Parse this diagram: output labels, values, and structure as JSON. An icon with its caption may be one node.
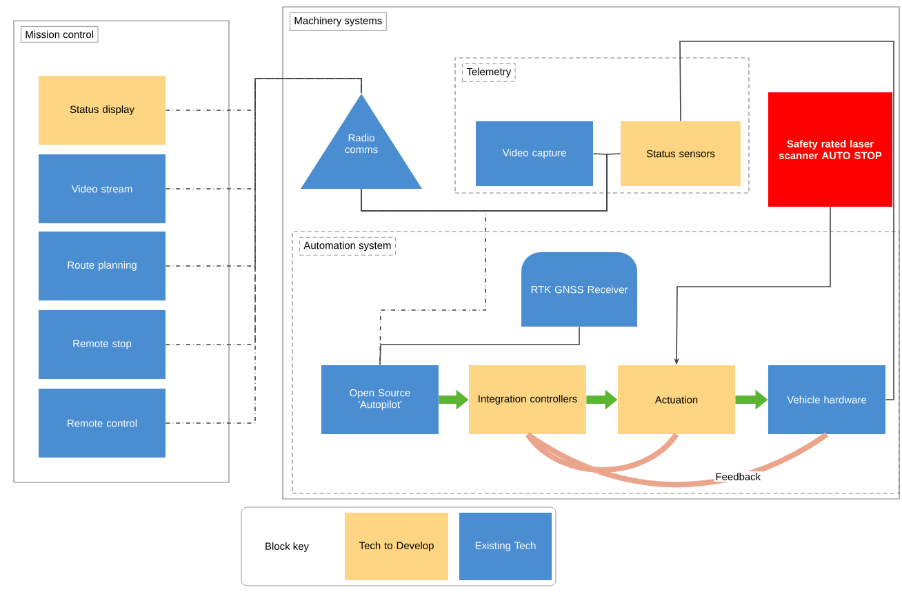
{
  "diagram": {
    "nodes": [
      {
        "text": [
          "Mission control"
        ]
      },
      {
        "text": [
          "Status display"
        ],
        "in": 0
      },
      {
        "text": [
          "Video stream"
        ],
        "in": 0
      },
      {
        "text": [
          "Route planning"
        ],
        "in": 0
      },
      {
        "text": [
          "Remote stop"
        ],
        "in": 0
      },
      {
        "text": [
          "Remote control"
        ],
        "in": 0
      },
      {
        "text": [
          "Machinery systems"
        ]
      },
      {
        "text": [
          "Telemetry"
        ],
        "in": 6
      },
      {
        "text": [
          "Radio comms"
        ],
        "in": 6
      },
      {
        "text": [
          "Video capture"
        ],
        "in": 7
      },
      {
        "text": [
          "Status sensors"
        ],
        "in": 7
      },
      {
        "text": [
          "Safety rated laser scanner AUTO STOP"
        ],
        "in": 6
      },
      {
        "text": [
          "Automation system"
        ],
        "in": 6
      },
      {
        "text": [
          "RTK GNSS Receiver"
        ],
        "in": 12
      },
      {
        "text": [
          "Open Source 'Autopilot'"
        ],
        "in": 12
      },
      {
        "text": [
          "Integration controllers"
        ],
        "in": 12
      },
      {
        "text": [
          "Actuation"
        ],
        "in": 12
      },
      {
        "text": [
          "Vehicle hardware"
        ],
        "in": 12
      }
    ],
    "edges": [
      {
        "from": 1,
        "to": 8,
        "arrow": "none",
        "style": "dashed"
      },
      {
        "from": 2,
        "to": 8,
        "arrow": "none",
        "style": "dashed"
      },
      {
        "from": 3,
        "to": 8,
        "arrow": "none",
        "style": "dashed"
      },
      {
        "from": 4,
        "to": 8,
        "arrow": "none",
        "style": "dashed"
      },
      {
        "from": 5,
        "to": 8,
        "arrow": "none",
        "style": "dashed"
      },
      {
        "from": 8,
        "to": 9,
        "arrow": "none"
      },
      {
        "from": 8,
        "to": 10,
        "arrow": "none"
      },
      {
        "from": 8,
        "to": 14,
        "arrow": "none",
        "style": "dashed"
      },
      {
        "from": 13,
        "to": 14,
        "arrow": "none"
      },
      {
        "from": 10,
        "to": 17,
        "arrow": "none"
      },
      {
        "from": 11,
        "to": 16,
        "arrow": "to"
      },
      {
        "from": 14,
        "to": 15,
        "arrow": "to",
        "style": "thick",
        "color": "#5cb531"
      },
      {
        "from": 15,
        "to": 16,
        "arrow": "to",
        "style": "thick",
        "color": "#5cb531"
      },
      {
        "from": 16,
        "to": 17,
        "arrow": "to",
        "style": "thick",
        "color": "#5cb531"
      },
      {
        "from": 16,
        "to": 15,
        "arrow": "none",
        "style": "thick",
        "color": "#eba58c"
      },
      {
        "from": 17,
        "to": 15,
        "arrow": "none",
        "style": "thick",
        "color": "#eba58c",
        "label": "Feedback"
      }
    ],
    "labels": [
      "Block key"
    ],
    "legend": [
      {
        "text": "Tech to Develop",
        "color": "#fdd583"
      },
      {
        "text": "Existing Tech",
        "color": "#4a8dd0"
      }
    ]
  }
}
